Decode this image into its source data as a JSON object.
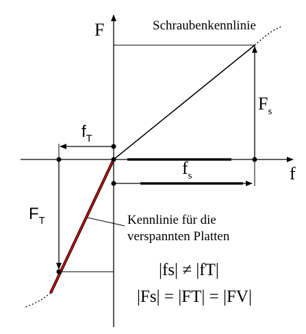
{
  "diagram": {
    "axis_y_label": "F",
    "axis_x_label": "f",
    "screw_curve_label": "Schraubenkennlinie",
    "force_screw": {
      "main": "F",
      "sub": "s"
    },
    "deformation_screw": {
      "main": "f",
      "sub": "s"
    },
    "deformation_plates": {
      "main": "f",
      "sub": "T"
    },
    "force_plates": {
      "main": "F",
      "sub": "T"
    },
    "plates_curve_label_line1": "Kennlinie für die",
    "plates_curve_label_line2": "verspannten Platten",
    "equation_1": "|fs| ≠ |fT|",
    "equation_2": "|Fs| = |FT| = |FV|",
    "colors": {
      "plates_line": "#e00000",
      "lines": "#000000"
    }
  }
}
